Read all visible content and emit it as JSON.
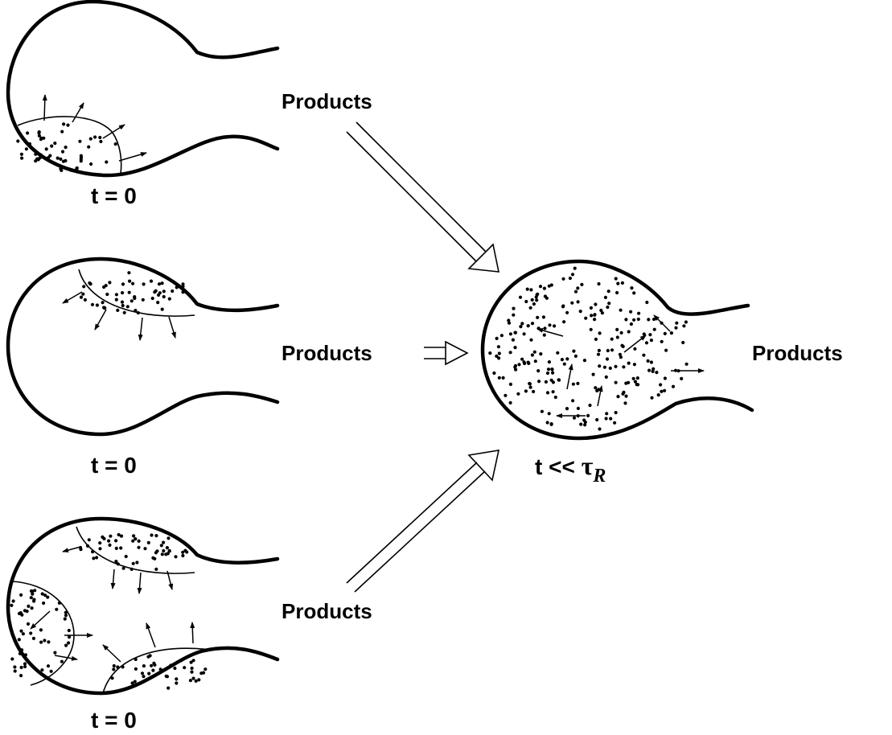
{
  "labels": {
    "products_top": "Products",
    "products_middle": "Products",
    "products_bottom": "Products",
    "products_right": "Products",
    "time_top": "t = 0",
    "time_middle": "t = 0",
    "time_bottom": "t = 0",
    "time_right_prefix": "t << ",
    "time_right_tau": "τ",
    "time_right_subscript": "R"
  }
}
